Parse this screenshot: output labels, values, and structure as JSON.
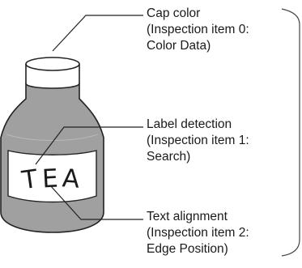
{
  "bottle": {
    "label_text": [
      "T",
      "E",
      "A"
    ]
  },
  "callouts": [
    {
      "lines": [
        "Cap color",
        "(Inspection item 0:",
        "Color Data)"
      ]
    },
    {
      "lines": [
        "Label detection",
        "(Inspection item 1:",
        "Search)"
      ]
    },
    {
      "lines": [
        "Text alignment",
        "(Inspection item 2:",
        "Edge Position)"
      ]
    }
  ],
  "colors": {
    "body_fill": "#a0a0a0",
    "label_fill": "#ffffff",
    "outline": "#222222",
    "text": "#1a1a1a"
  }
}
